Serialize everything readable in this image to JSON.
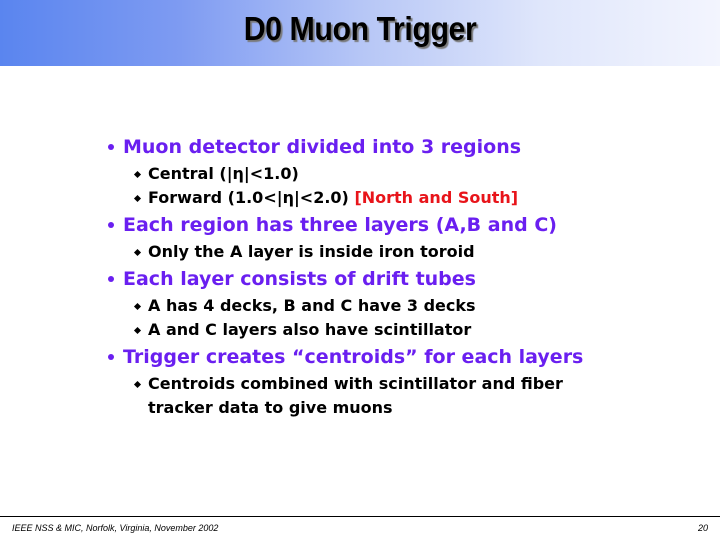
{
  "slide": {
    "title": "D0 Muon Trigger",
    "colors": {
      "header_gradient_start": "#5a85ef",
      "header_gradient_end": "#f3f5fe",
      "level1_text": "#6a1ff0",
      "level2_text": "#000000",
      "highlight_red": "#e8141a"
    },
    "bullets": [
      {
        "text": "Muon detector divided into 3 regions",
        "sub": [
          {
            "text": "Central (|η|<1.0)"
          },
          {
            "text": "Forward (1.0<|η|<2.0)",
            "highlight": "[North and South]"
          }
        ]
      },
      {
        "text": "Each region has three layers (A,B and C)",
        "sub": [
          {
            "text": "Only the A layer is inside iron toroid"
          }
        ]
      },
      {
        "text": "Each layer consists of drift tubes",
        "sub": [
          {
            "text": "A has 4 decks, B and C have 3 decks"
          },
          {
            "text": "A and C layers also have scintillator"
          }
        ]
      },
      {
        "text": "Trigger creates “centroids” for each layers",
        "sub": [
          {
            "text": "Centroids combined with scintillator and fiber",
            "continuation": "tracker data to give muons"
          }
        ]
      }
    ],
    "footer": {
      "left": "IEEE NSS & MIC, Norfolk, Virginia, November 2002",
      "page_number": "20"
    }
  }
}
